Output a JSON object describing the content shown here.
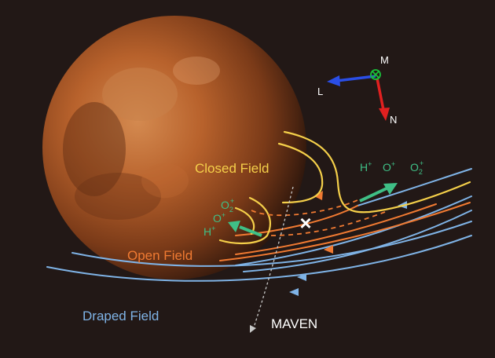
{
  "colors": {
    "background": "#221816",
    "closed": "#f5d04a",
    "open": "#f07a32",
    "draped": "#7fb3e6",
    "ion": "#3fbf86",
    "axis_l": "#2a4ee6",
    "axis_n": "#e02020",
    "axis_m": "#19c23a"
  },
  "axes": {
    "m": "M",
    "l": "L",
    "n": "N"
  },
  "labels": {
    "closed_field": "Closed Field",
    "open_field": "Open Field",
    "draped_field": "Draped Field",
    "spacecraft": "MAVEN"
  },
  "ions_right": [
    {
      "base": "H",
      "sub": "",
      "sup": "+"
    },
    {
      "base": "O",
      "sub": "",
      "sup": "+"
    },
    {
      "base": "O",
      "sub": "2",
      "sup": "+"
    }
  ],
  "ions_left": [
    {
      "base": "O",
      "sub": "2",
      "sup": "+"
    },
    {
      "base": "O",
      "sub": "",
      "sup": "+"
    },
    {
      "base": "H",
      "sub": "",
      "sup": "+"
    }
  ],
  "marker": "×"
}
